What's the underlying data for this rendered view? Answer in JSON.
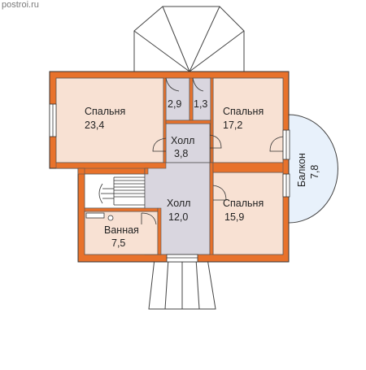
{
  "watermark": "postroi.ru",
  "colors": {
    "wall": "#e8722b",
    "room": "#f8e1d3",
    "hall": "#d9d6df",
    "outline": "#333333"
  },
  "rooms": {
    "bedroom_nw": {
      "name": "Спальня",
      "area": "23,4"
    },
    "closet_a": {
      "area": "2,9"
    },
    "closet_b": {
      "area": "1,3"
    },
    "bedroom_ne": {
      "name": "Спальня",
      "area": "17,2"
    },
    "hall_small": {
      "name": "Холл",
      "area": "3,8"
    },
    "hall_main": {
      "name": "Холл",
      "area": "12,0"
    },
    "bedroom_se": {
      "name": "Спальня",
      "area": "15,9"
    },
    "bathroom": {
      "name": "Ванная",
      "area": "7,5"
    },
    "balcony": {
      "name": "Балкон",
      "area": "7,8"
    }
  }
}
